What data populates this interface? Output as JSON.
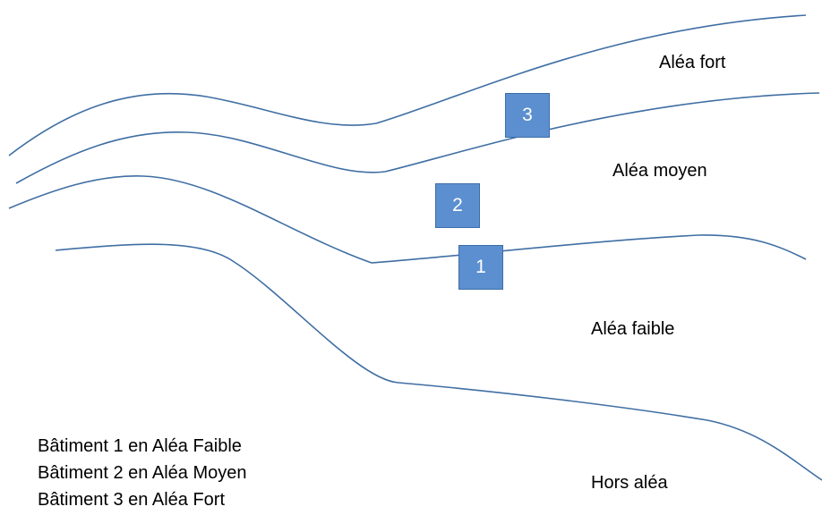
{
  "colors": {
    "boundary_line": "#3f6ea3",
    "building_fill": "#5b8fd0",
    "building_border": "#3d6ea8",
    "building_text": "#ffffff"
  },
  "zones": {
    "fort": "Aléa fort",
    "moyen": "Aléa moyen",
    "faible": "Aléa faible",
    "hors": "Hors aléa"
  },
  "buildings": [
    {
      "label": "1"
    },
    {
      "label": "2"
    },
    {
      "label": "3"
    }
  ],
  "legend": [
    "Bâtiment 1 en Aléa Faible",
    "Bâtiment 2 en Aléa Moyen",
    "Bâtiment 3 en Aléa Fort"
  ]
}
